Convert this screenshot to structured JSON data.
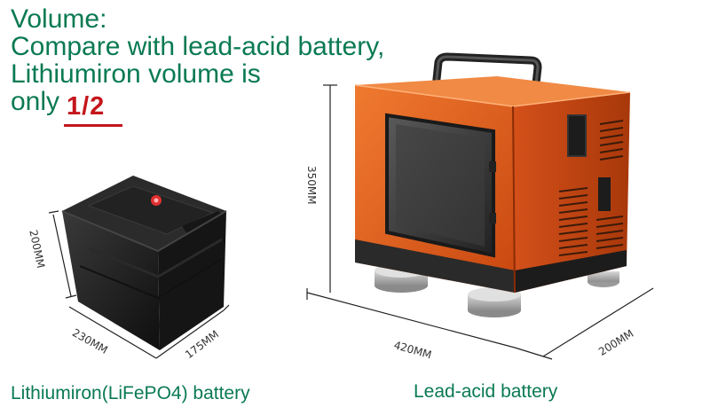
{
  "headline": {
    "line1": "Volume:",
    "line2": "Compare with lead-acid battery,",
    "line3": "Lithiumiron volume is",
    "line4": "only",
    "ratio": "1/2"
  },
  "lithium_battery": {
    "caption": "Lithiumiron(LiFePO4) battery",
    "height": "200MM",
    "length": "230MM",
    "width": "175MM"
  },
  "lead_acid_battery": {
    "caption": "Lead-acid battery",
    "height": "350MM",
    "length": "420MM",
    "width": "200MM"
  },
  "colors": {
    "headline": "#0a7a52",
    "ratio": "#c4161c",
    "lead_acid_body": "#e0561a",
    "lithium_body": "#1c1c1c"
  }
}
